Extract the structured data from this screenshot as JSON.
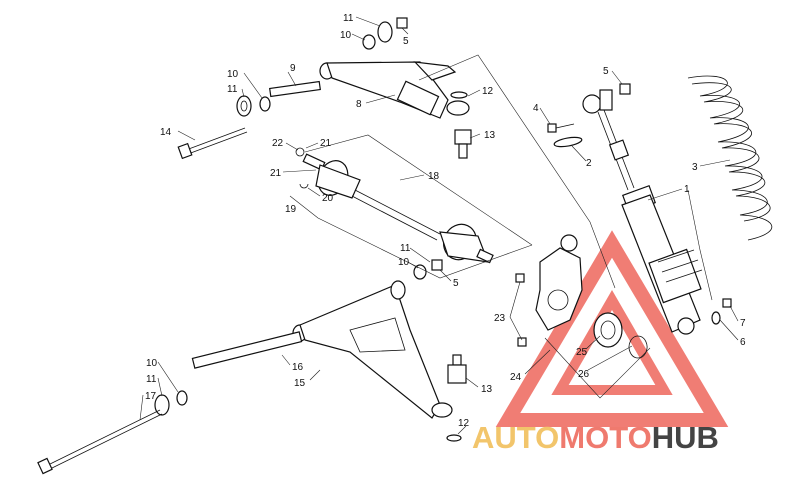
{
  "diagram": {
    "labels": {
      "l11a": "11",
      "l10a": "10",
      "l5a": "5",
      "l9": "9",
      "l10b": "10",
      "l11b": "11",
      "l8": "8",
      "l12a": "12",
      "l13a": "13",
      "l14": "14",
      "l22": "22",
      "l21a": "21",
      "l21b": "21",
      "l20": "20",
      "l19": "19",
      "l18": "18",
      "l5b": "5",
      "l4": "4",
      "l2": "2",
      "l3": "3",
      "l1": "1",
      "l7": "7",
      "l6": "6",
      "l11c": "11",
      "l10c": "10",
      "l5c": "5",
      "l23": "23",
      "l25": "25",
      "l26": "26",
      "l24": "24",
      "l16": "16",
      "l15": "15",
      "l10d": "10",
      "l11d": "11",
      "l17": "17",
      "l13b": "13",
      "l12b": "12"
    },
    "line_color": "#111111"
  },
  "watermark": {
    "part1": "AUTO",
    "part2": "MOTO",
    "part3": "HUB",
    "colors": {
      "auto": "#f2c56b",
      "moto": "#ef7a6e",
      "hub": "#444444",
      "triangle": "#ef6f66"
    }
  }
}
